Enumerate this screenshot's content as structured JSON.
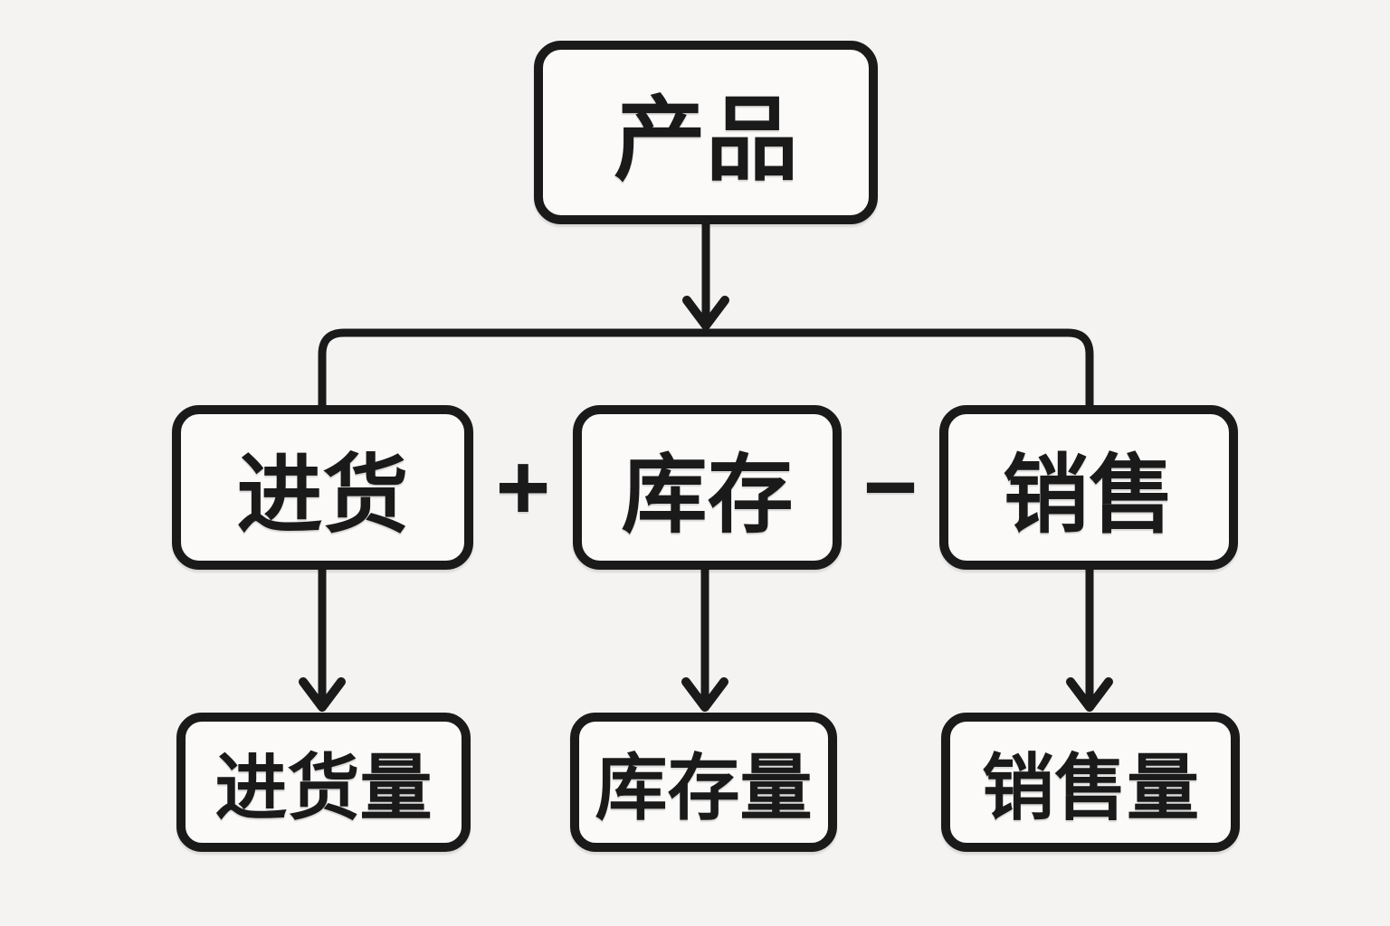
{
  "colors": {
    "bg": "#f4f3f1",
    "node_fill": "#fbfaf8",
    "line": "#1a1a1a",
    "text": "#1a1a1a"
  },
  "nodes": {
    "product": {
      "label": "产品"
    },
    "purchase": {
      "label": "进货"
    },
    "inventory": {
      "label": "库存"
    },
    "sales": {
      "label": "销售"
    },
    "purchase_qty": {
      "label": "进货量"
    },
    "inventory_qty": {
      "label": "库存量"
    },
    "sales_qty": {
      "label": "销售量"
    }
  },
  "operators": {
    "plus": "+",
    "minus": "−"
  },
  "edges": [
    {
      "from": "product",
      "to": "purchase"
    },
    {
      "from": "product",
      "to": "inventory"
    },
    {
      "from": "product",
      "to": "sales"
    },
    {
      "from": "purchase",
      "to": "purchase_qty"
    },
    {
      "from": "inventory",
      "to": "inventory_qty"
    },
    {
      "from": "sales",
      "to": "sales_qty"
    }
  ]
}
